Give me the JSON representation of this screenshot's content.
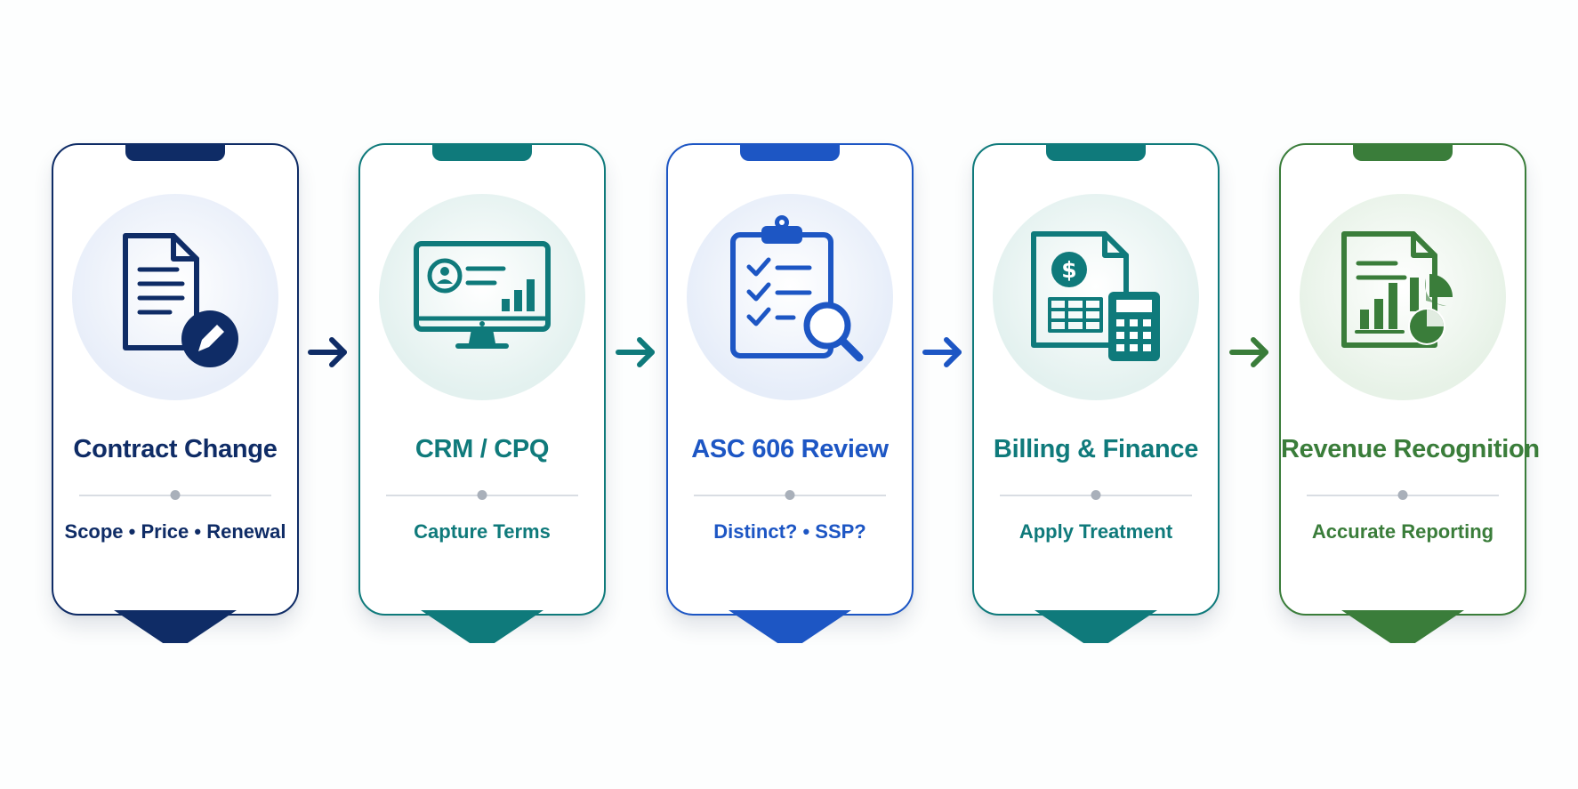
{
  "steps": [
    {
      "title": "Contract Change",
      "subtitle": "Scope • Price • Renewal",
      "icon": "document-edit-icon",
      "color": "#0f2c66",
      "disc": "#e8eef9"
    },
    {
      "title": "CRM / CPQ",
      "subtitle": "Capture Terms",
      "icon": "monitor-dashboard-icon",
      "color": "#0f7a7b",
      "disc": "#e3f1ef"
    },
    {
      "title": "ASC 606 Review",
      "subtitle": "Distinct? • SSP?",
      "icon": "clipboard-checklist-search-icon",
      "color": "#1d56c4",
      "disc": "#e6edf9"
    },
    {
      "title": "Billing & Finance",
      "subtitle": "Apply Treatment",
      "icon": "invoice-calculator-icon",
      "color": "#0f7a7b",
      "disc": "#e3f1ef"
    },
    {
      "title": "Revenue Recognition",
      "subtitle": "Accurate Reporting",
      "icon": "report-chart-icon",
      "color": "#3a7d3a",
      "disc": "#e7f2e7"
    }
  ],
  "arrows": [
    {
      "icon": "arrow-right-icon",
      "color": "#0f2c66"
    },
    {
      "icon": "arrow-right-icon",
      "color": "#0f7a7b"
    },
    {
      "icon": "arrow-right-icon",
      "color": "#1d56c4"
    },
    {
      "icon": "arrow-right-icon",
      "color": "#3a7d3a"
    }
  ]
}
